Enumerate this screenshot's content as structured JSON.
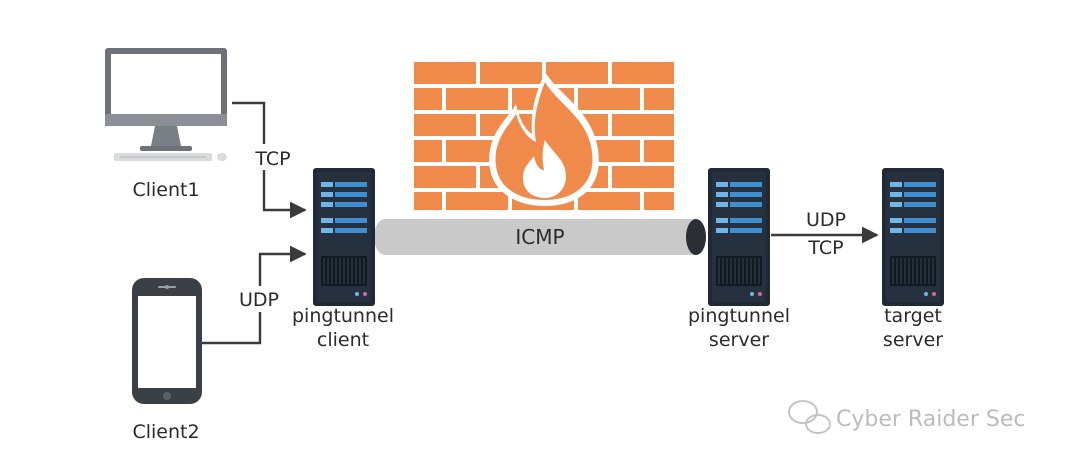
{
  "nodes": {
    "client1": "Client1",
    "client2": "Client2",
    "pingtunnel_client": [
      "pingtunnel",
      "client"
    ],
    "pingtunnel_server": [
      "pingtunnel",
      "server"
    ],
    "target_server": [
      "target",
      "server"
    ]
  },
  "links": {
    "tcp": "TCP",
    "udp": "UDP",
    "icmp": "ICMP",
    "server_to_target": [
      "UDP",
      "TCP"
    ]
  },
  "watermark": "Cyber Raider Sec",
  "colors": {
    "firewall": "#f08a4b",
    "flame": "#f6a36b",
    "server_body": "#1f2a36",
    "server_panel": "#3d8fd1",
    "tunnel": "#c9c9c9",
    "device": "#6d7278"
  },
  "icons": [
    "monitor-icon",
    "phone-icon",
    "server-icon",
    "firewall-icon",
    "wechat-icon"
  ]
}
